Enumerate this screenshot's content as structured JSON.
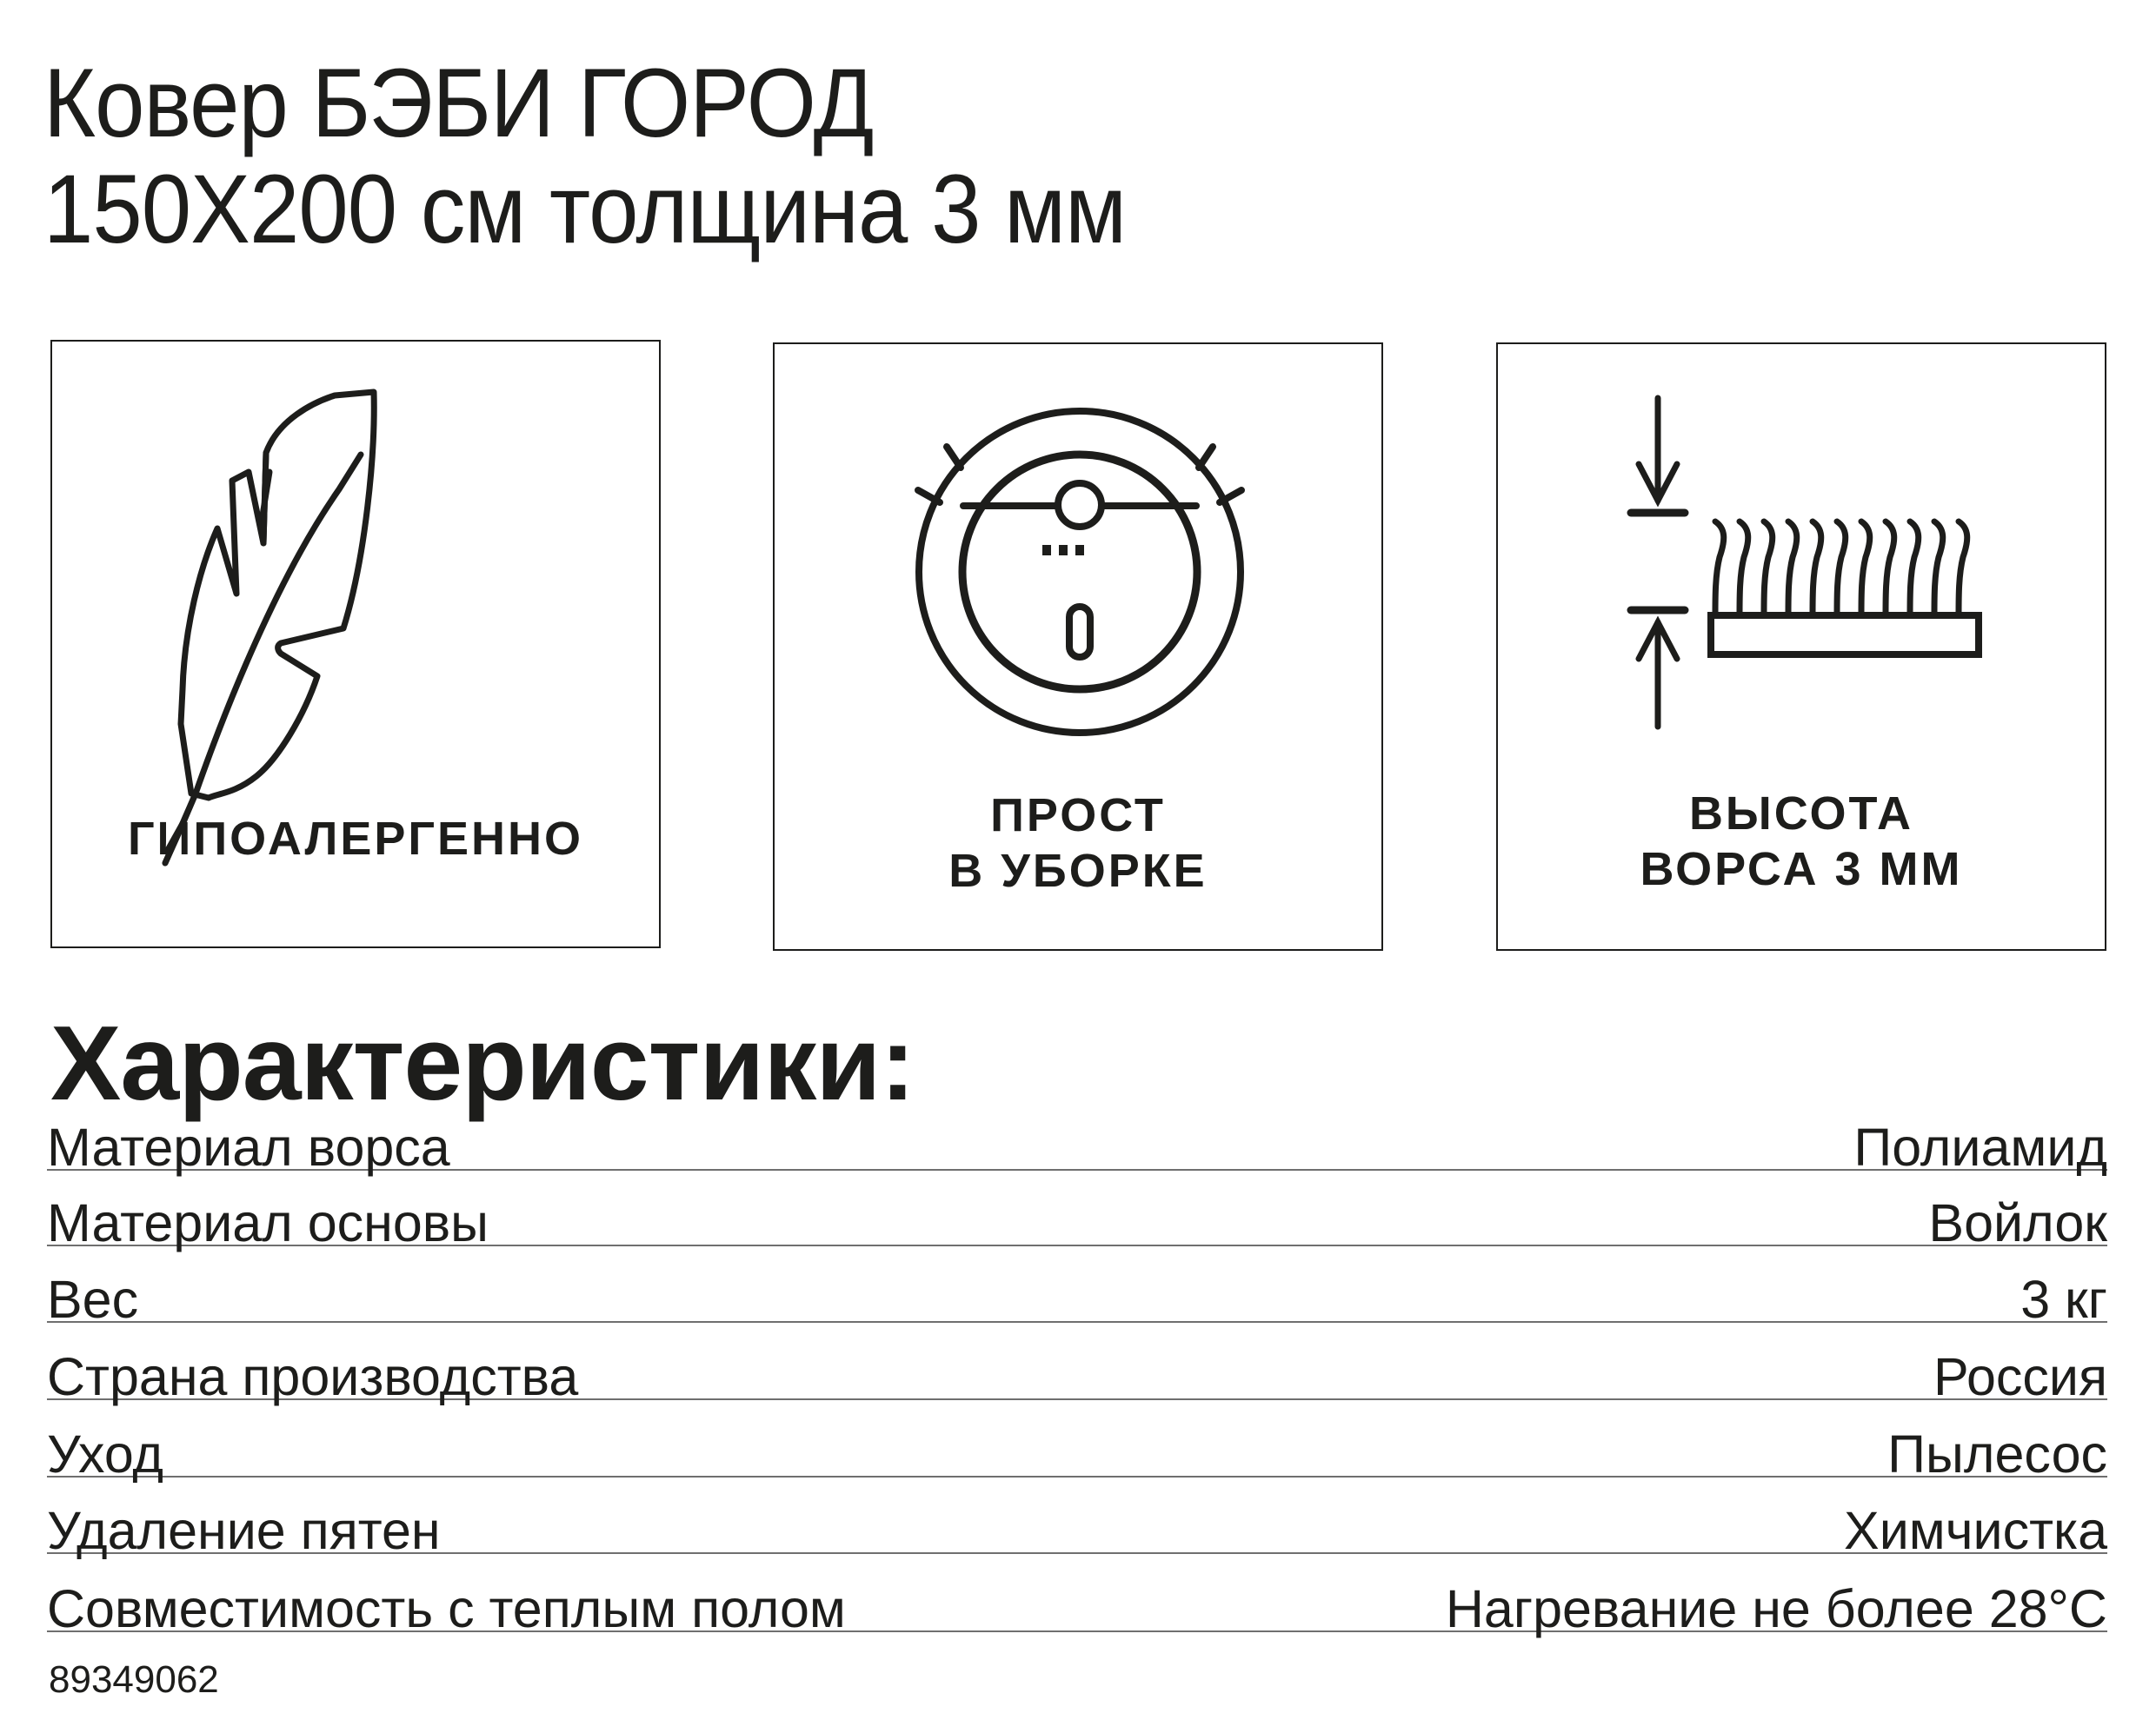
{
  "title": {
    "line1": "Ковер БЭБИ ГОРОД",
    "line2": "150Х200 см толщина 3 мм"
  },
  "features": [
    {
      "icon": "feather-icon",
      "label_lines": [
        "ГИПОАЛЕРГЕННО"
      ]
    },
    {
      "icon": "robot-vacuum-icon",
      "label_lines": [
        "ПРОСТ",
        "В УБОРКЕ"
      ]
    },
    {
      "icon": "pile-height-icon",
      "label_lines": [
        "ВЫСОТА",
        "ВОРСА 3 ММ"
      ]
    }
  ],
  "specs": {
    "heading": "Характеристики:",
    "rows": [
      {
        "key": "Материал ворса",
        "value": "Полиамид"
      },
      {
        "key": "Материал основы",
        "value": "Войлок"
      },
      {
        "key": "Вес",
        "value": "3 кг"
      },
      {
        "key": "Страна производства",
        "value": "Россия"
      },
      {
        "key": "Уход",
        "value": "Пылесос"
      },
      {
        "key": "Удаление пятен",
        "value": "Химчистка"
      },
      {
        "key": "Совместимость с теплым полом",
        "value": "Нагревание не более 28°С"
      }
    ]
  },
  "sku": "89349062",
  "colors": {
    "ink": "#1d1d1b",
    "rule": "#6f6f6f",
    "background": "#ffffff"
  }
}
